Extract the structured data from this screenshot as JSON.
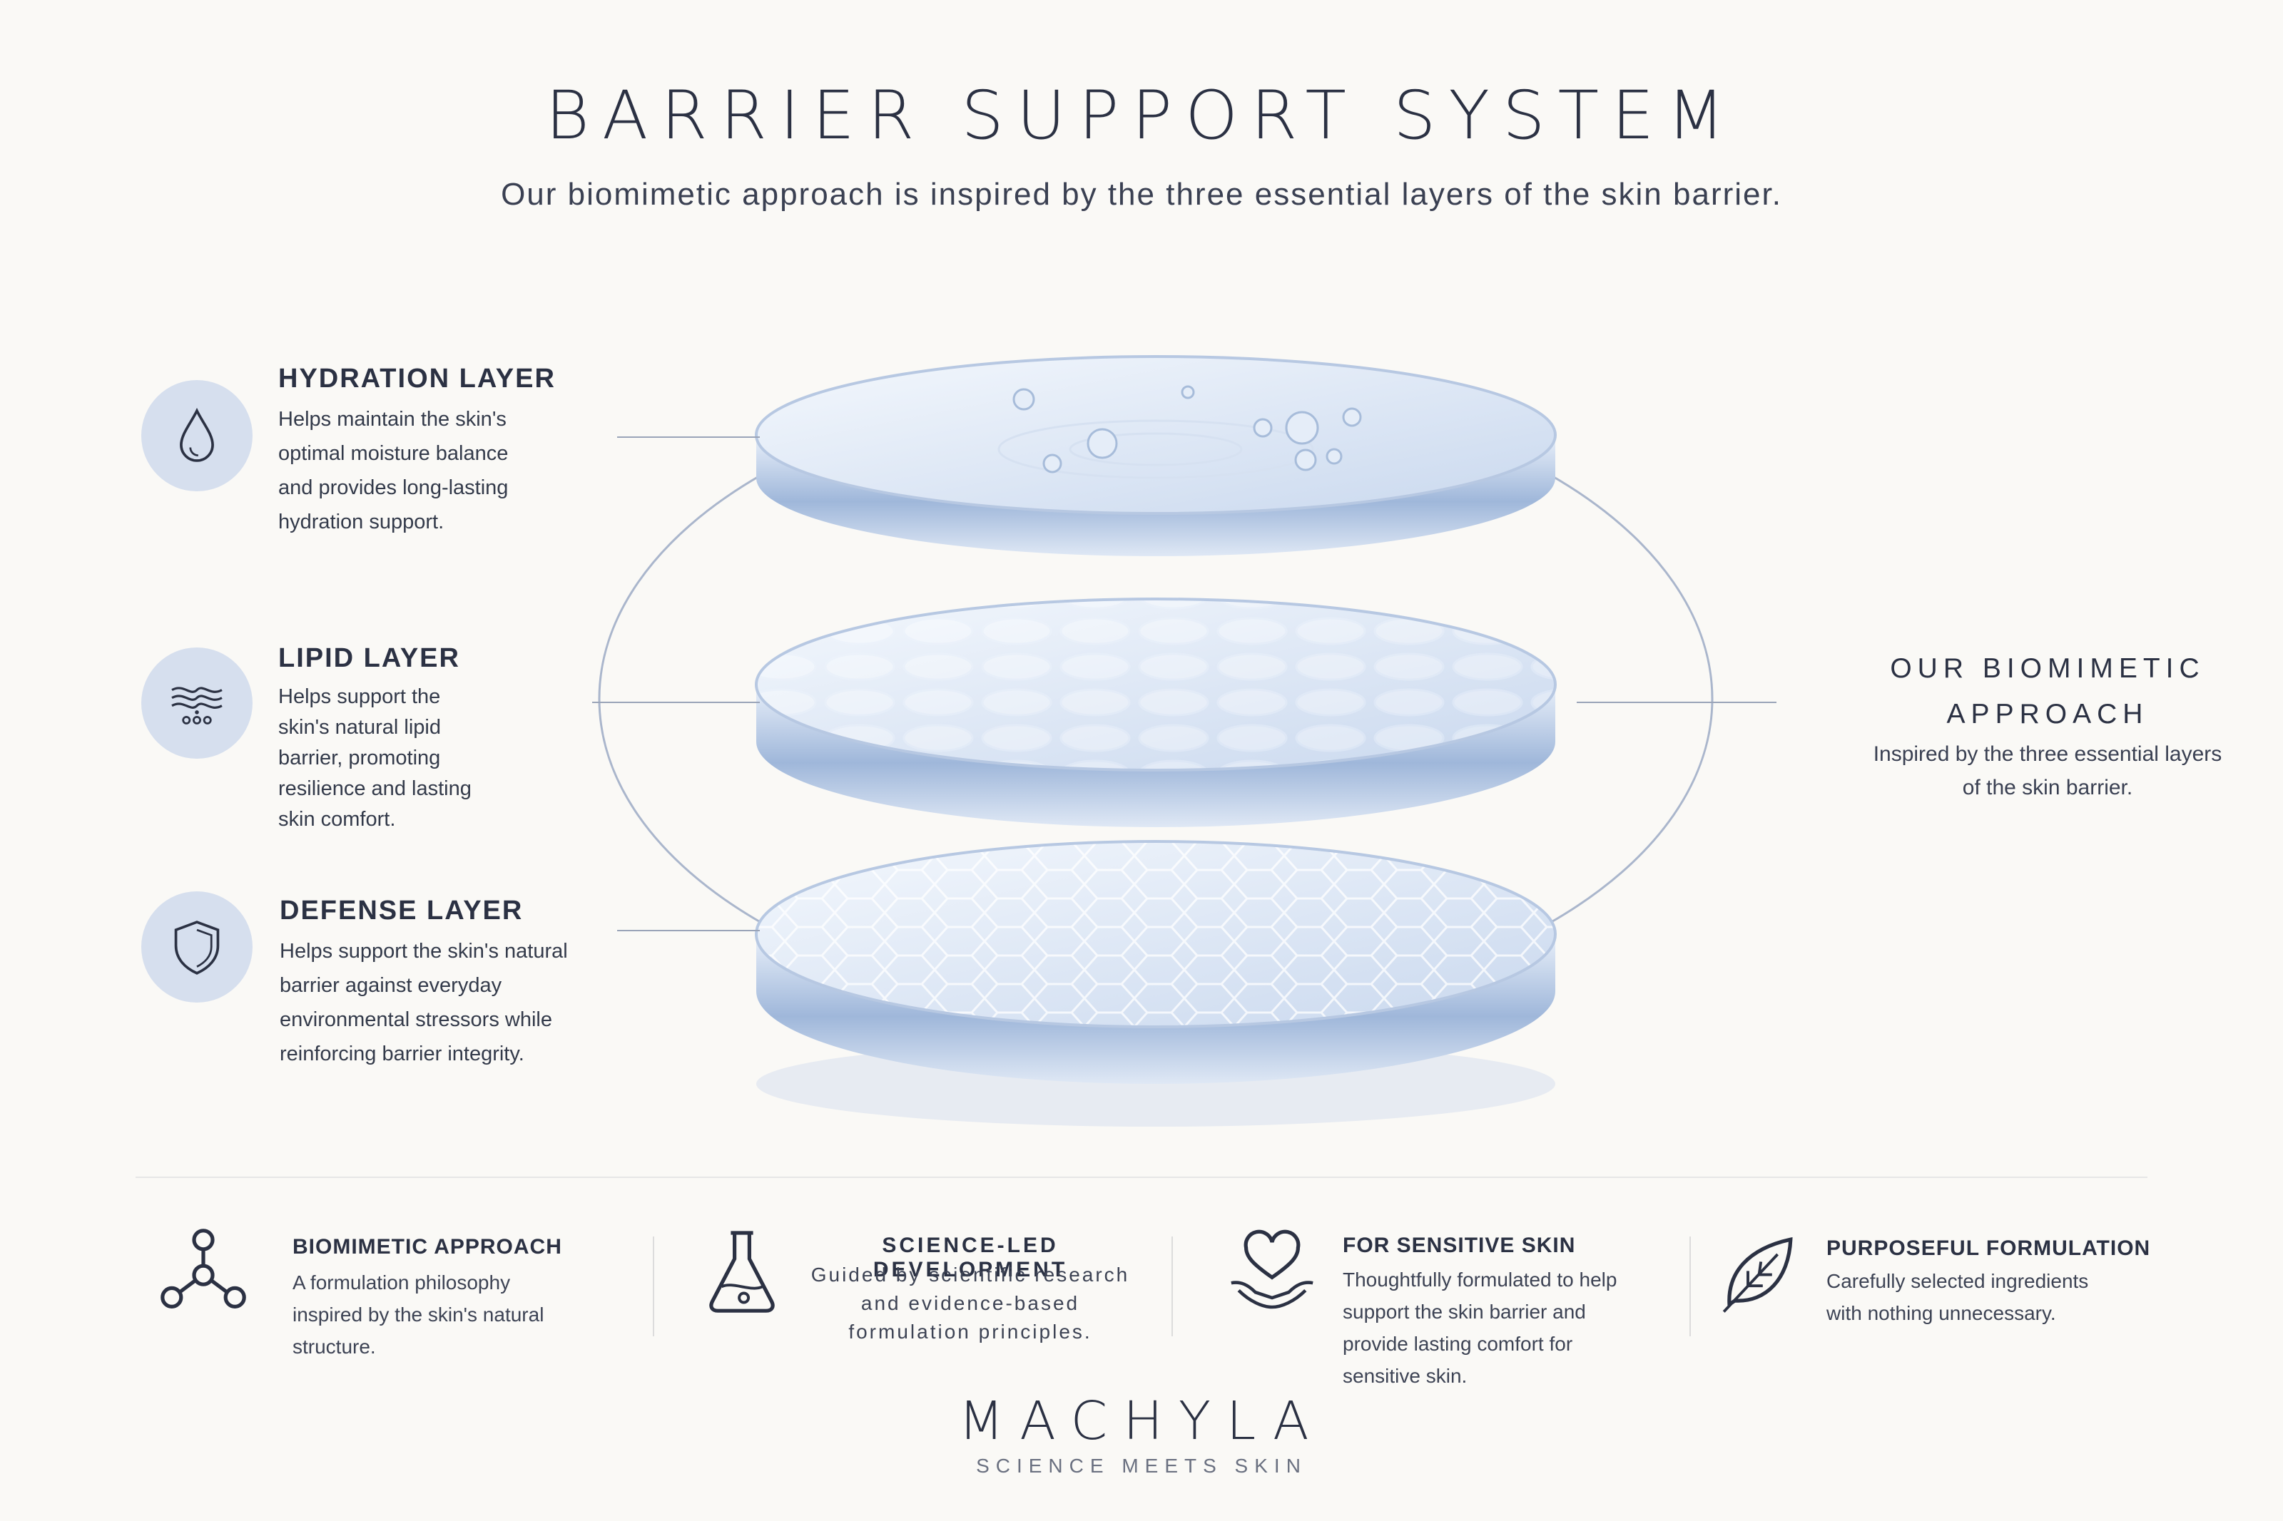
{
  "header": {
    "title": "BARRIER SUPPORT SYSTEM",
    "subtitle": "Our biomimetic approach is inspired by the three essential layers of the skin barrier."
  },
  "layers": [
    {
      "title": "HYDRATION LAYER",
      "description": "Helps maintain the skin's\noptimal moisture balance\nand provides long-lasting\nhydration support.",
      "icon": "water-drop-icon"
    },
    {
      "title": "LIPID LAYER",
      "description": "Helps support the\nskin's natural lipid\nbarrier, promoting\nresilience and lasting\nskin comfort.",
      "icon": "lipid-waves-icon"
    },
    {
      "title": "DEFENSE LAYER",
      "description": "Helps support the skin's natural\nbarrier against everyday\nenvironmental stressors while\nreinforcing barrier integrity.",
      "icon": "shield-icon"
    }
  ],
  "approach": {
    "title": "OUR BIOMIMETIC\nAPPROACH",
    "description": "Inspired by the three essential layers\nof the skin barrier."
  },
  "features": [
    {
      "title": "BIOMIMETIC APPROACH",
      "description": "A formulation philosophy\ninspired by the skin's natural\nstructure.",
      "icon": "molecule-icon"
    },
    {
      "title": "SCIENCE-LED DEVELOPMENT",
      "description": "Guided by scientific research\nand evidence-based\nformulation principles.",
      "icon": "flask-icon"
    },
    {
      "title": "FOR SENSITIVE SKIN",
      "description": "Thoughtfully formulated to help\nsupport the skin barrier and\nprovide lasting comfort for\nsensitive skin.",
      "icon": "heart-hand-icon"
    },
    {
      "title": "PURPOSEFUL FORMULATION",
      "description": "Carefully selected ingredients\nwith nothing unnecessary.",
      "icon": "leaf-icon"
    }
  ],
  "brand": {
    "name": "MACHYLA",
    "tagline": "SCIENCE MEETS SKIN"
  },
  "colors": {
    "background": "#faf9f6",
    "icon_circle": "#d6dfee",
    "text": "#2b3143",
    "disc_blue": "#a9c0e0"
  }
}
